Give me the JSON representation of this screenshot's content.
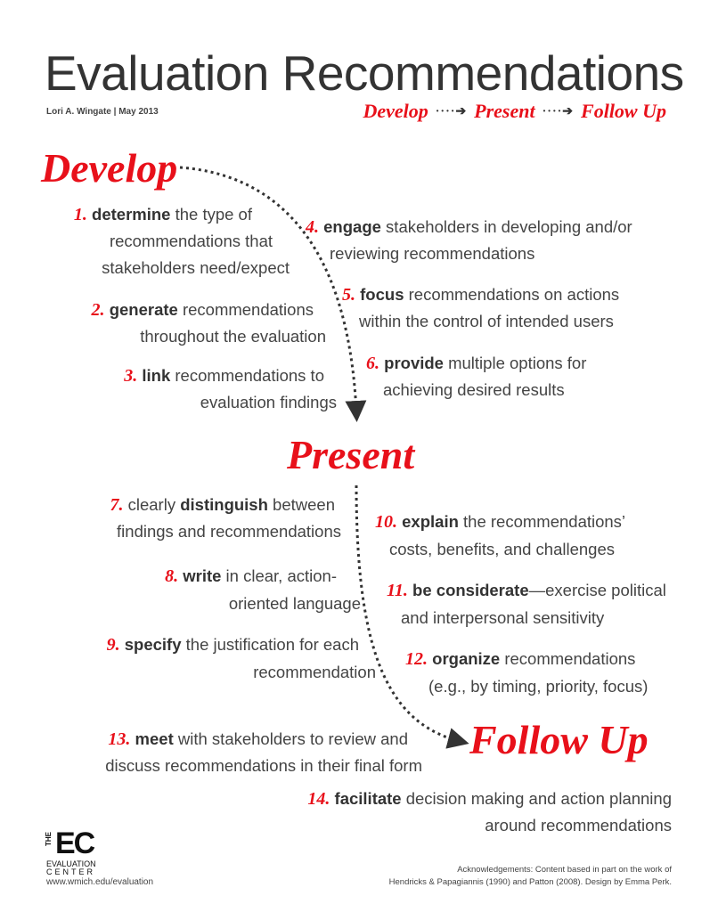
{
  "title": "Evaluation Recommendations",
  "byline": "Lori A. Wingate | May 2013",
  "nav": [
    "Develop",
    "Present",
    "Follow Up"
  ],
  "nav_arrow": "····➔",
  "headings": {
    "develop": "Develop",
    "present": "Present",
    "follow_up": "Follow Up"
  },
  "accent_color": "#e8101a",
  "items": [
    {
      "num": "1.",
      "bold": "determine",
      "rest": " the type of",
      "lines": [
        "recommendations that",
        "stakeholders need/expect"
      ]
    },
    {
      "num": "2.",
      "bold": "generate",
      "rest": " recommendations",
      "lines": [
        "throughout the evaluation"
      ]
    },
    {
      "num": "3.",
      "bold": "link",
      "rest": " recommendations to",
      "lines": [
        "evaluation findings"
      ]
    },
    {
      "num": "4.",
      "bold": "engage",
      "rest": " stakeholders in developing and/or",
      "lines": [
        "reviewing recommendations"
      ]
    },
    {
      "num": "5.",
      "bold": "focus",
      "rest": " recommendations on actions",
      "lines": [
        "within the control of intended users"
      ]
    },
    {
      "num": "6.",
      "bold": "provide",
      "rest": " multiple options for",
      "lines": [
        "achieving desired results"
      ]
    },
    {
      "num": "7.",
      "pre": " clearly ",
      "bold": "distinguish",
      "rest": " between",
      "lines": [
        "findings and recommendations"
      ]
    },
    {
      "num": "8.",
      "bold": "write",
      "rest": " in clear, action-",
      "lines": [
        "oriented language"
      ]
    },
    {
      "num": "9.",
      "bold": "specify",
      "rest": " the justification for each",
      "lines": [
        "recommendation"
      ]
    },
    {
      "num": "10.",
      "bold": "explain",
      "rest": " the recommendations’",
      "lines": [
        "costs, benefits, and challenges"
      ]
    },
    {
      "num": "11.",
      "bold": "be considerate",
      "rest": "—exercise political",
      "lines": [
        "and interpersonal sensitivity"
      ]
    },
    {
      "num": "12.",
      "bold": "organize",
      "rest": " recommendations",
      "lines": [
        "(e.g., by timing, priority, focus)"
      ]
    },
    {
      "num": "13.",
      "bold": "meet",
      "rest": " with stakeholders to review and",
      "lines": [
        "discuss recommendations in their final form"
      ]
    },
    {
      "num": "14.",
      "bold": "facilitate",
      "rest": " decision making and action planning",
      "lines": [
        "around recommendations"
      ]
    }
  ],
  "logo": {
    "the": "THE",
    "ec": "EC",
    "evaluation": "EVALUATION",
    "center": "CENTER"
  },
  "url": "www.wmich.edu/evaluation",
  "acknowledgements": [
    "Acknowledgements: Content based in part on the work of",
    "Hendricks & Papagiannis (1990) and Patton (2008). Design by Emma Perk."
  ]
}
